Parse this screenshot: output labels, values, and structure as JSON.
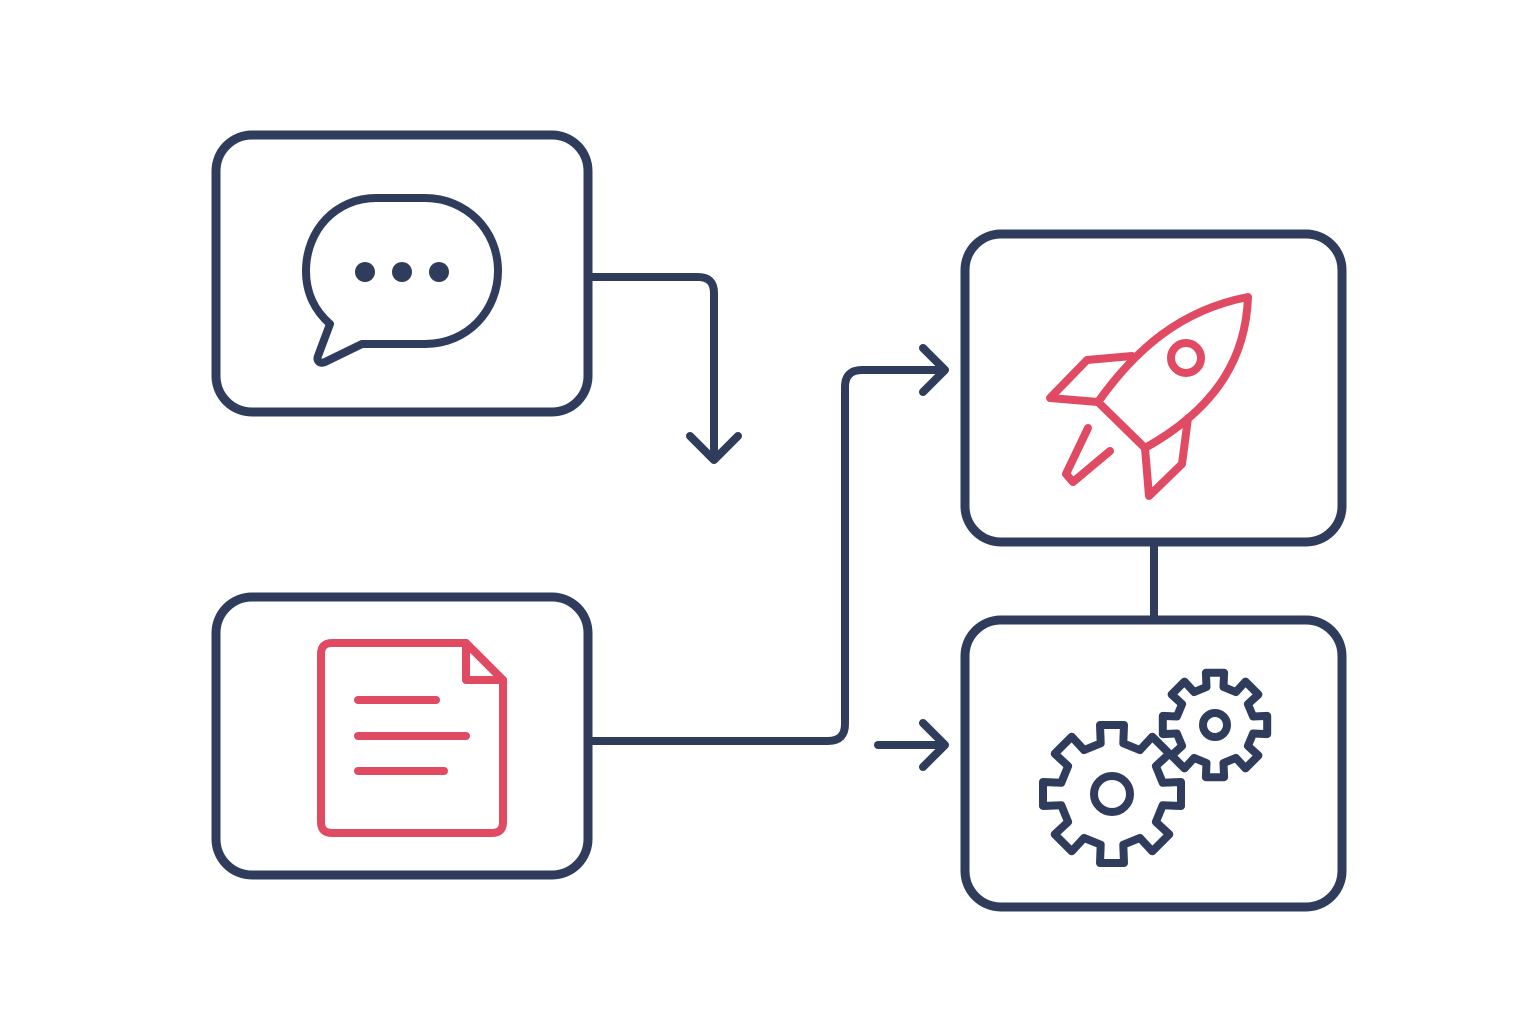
{
  "colors": {
    "primary": "#2f3c5c",
    "accent": "#e04a63",
    "background": "#ffffff"
  },
  "nodes": [
    {
      "id": "message",
      "icon": "chat-bubble-icon",
      "icon_color": "primary"
    },
    {
      "id": "document",
      "icon": "document-icon",
      "icon_color": "accent"
    },
    {
      "id": "launch",
      "icon": "rocket-icon",
      "icon_color": "accent"
    },
    {
      "id": "process",
      "icon": "gears-icon",
      "icon_color": "primary"
    }
  ],
  "edges": [
    {
      "from": "message",
      "to": null,
      "style": "elbow arrow pointing down"
    },
    {
      "from": "document",
      "to": "launch",
      "style": "elbow arrow"
    },
    {
      "from": null,
      "to": "process",
      "style": "short arrow"
    },
    {
      "from": "launch",
      "to": "process",
      "style": "line"
    }
  ]
}
